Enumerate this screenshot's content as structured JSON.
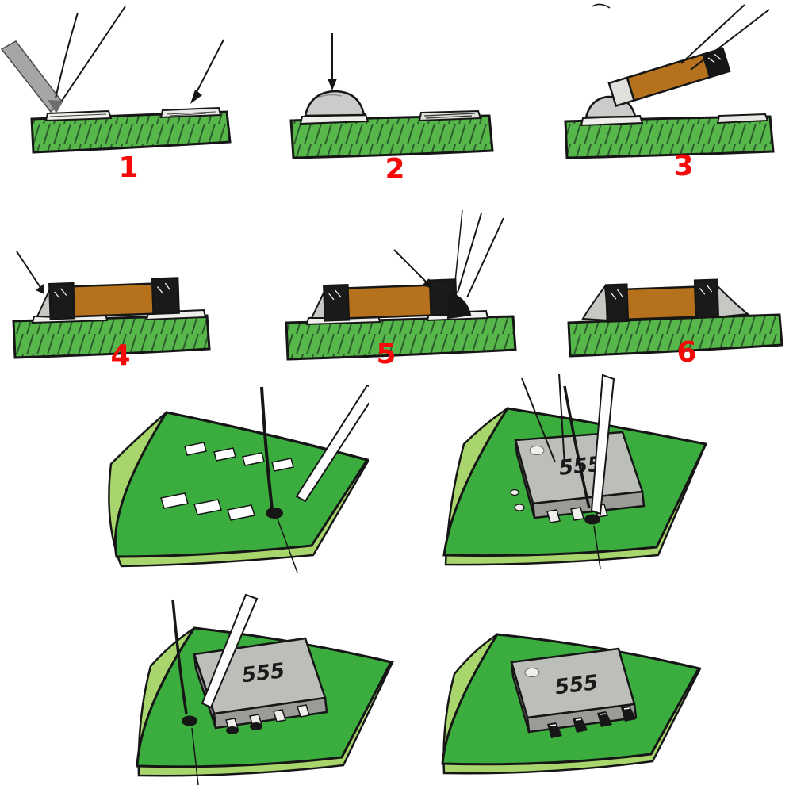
{
  "diagram": {
    "steps": [
      "1",
      "2",
      "3",
      "4",
      "5",
      "6"
    ],
    "chip_label": "555",
    "colors": {
      "step_number": "#f50a0a",
      "pcb_green": "#57b74b",
      "board_green": "#3bad3e",
      "board_edge_green": "#a8d66d",
      "component_brown": "#b5711c",
      "solder_gray": "#c9ccc8",
      "ic_gray": "#bcbeba",
      "ink": "#161616"
    }
  }
}
